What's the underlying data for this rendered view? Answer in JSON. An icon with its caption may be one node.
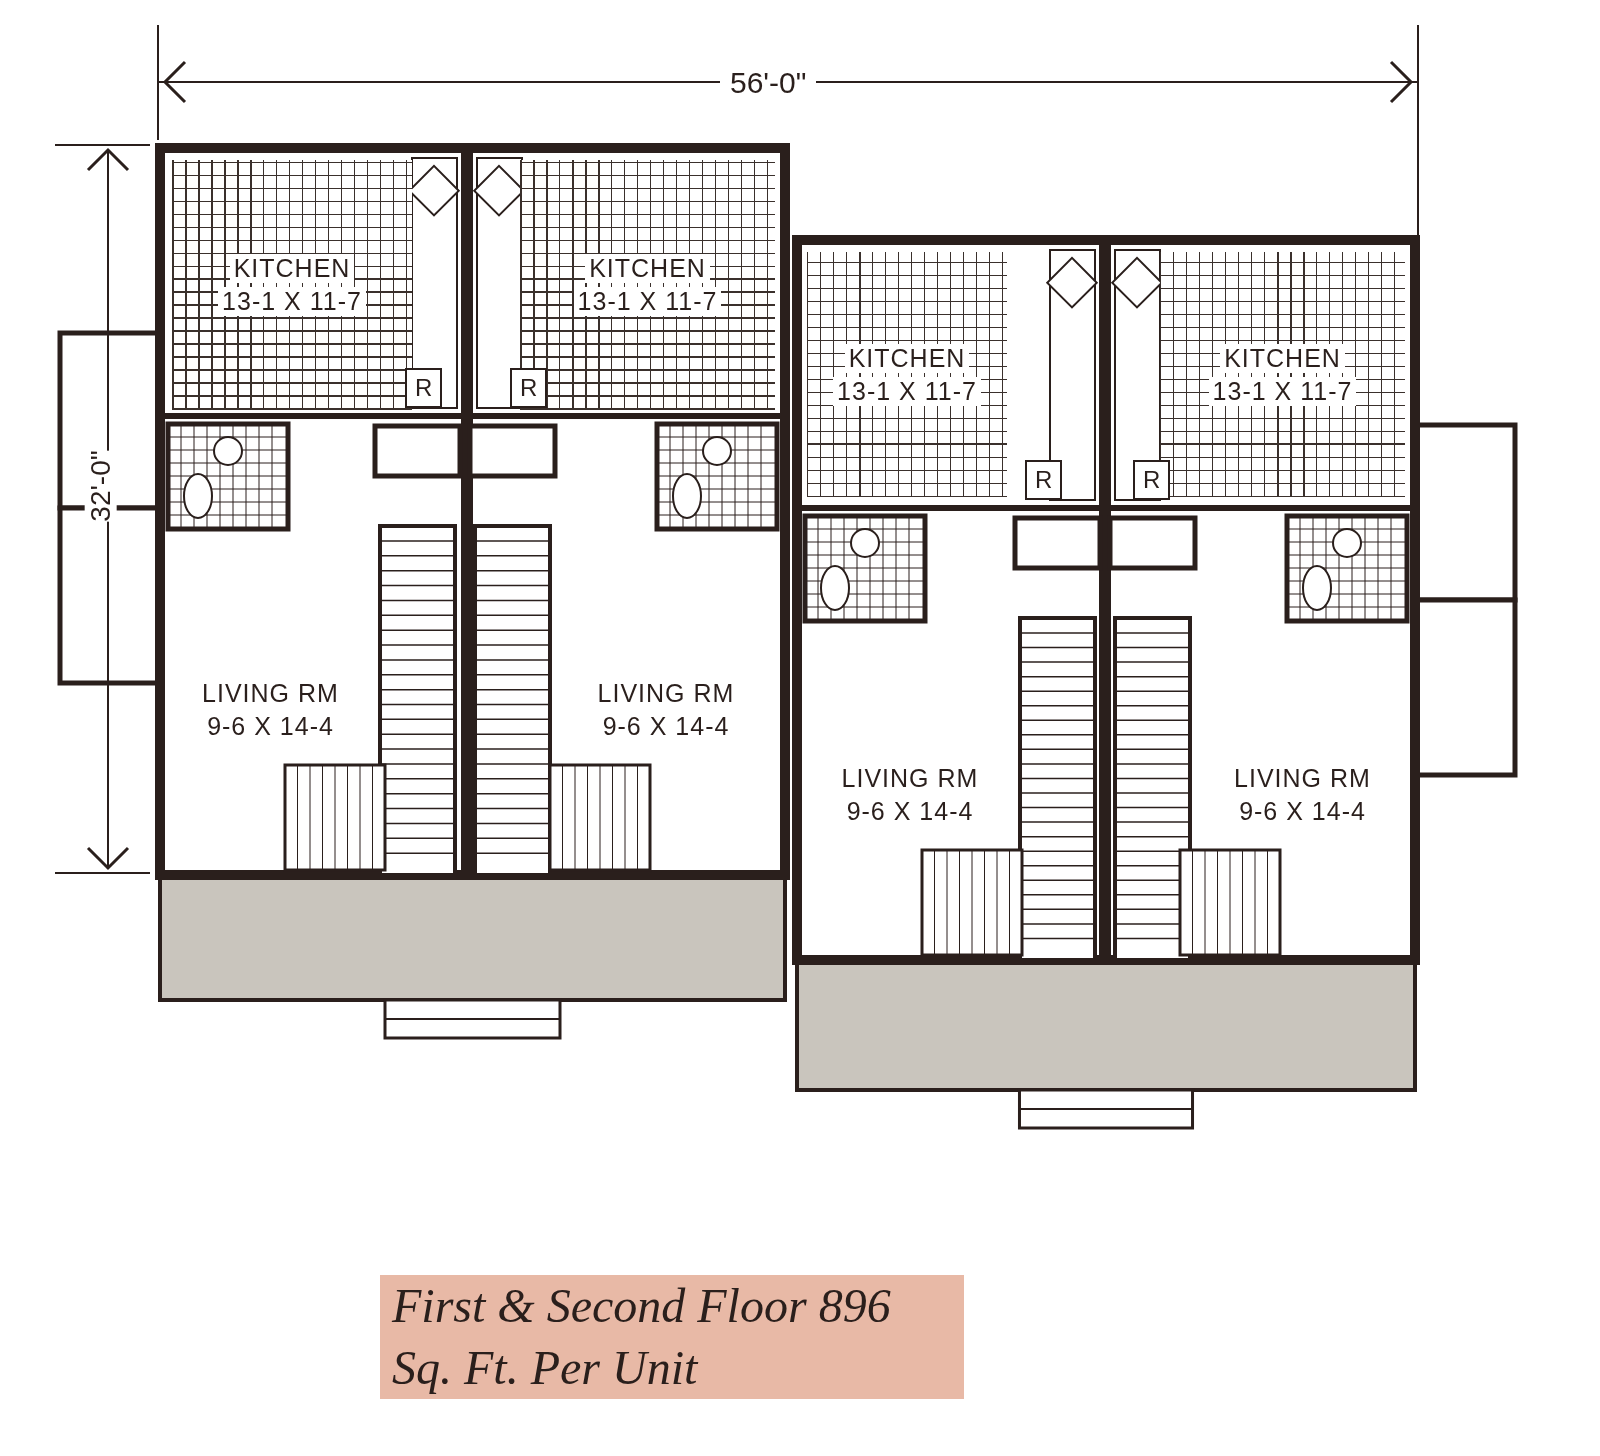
{
  "diagram": {
    "caption": "First & Second Floor 896 Sq. Ft. Per Unit",
    "nodes": [
      {
        "text": [
          "KITCHEN",
          "13-1 X 11-7"
        ]
      },
      {
        "text": [
          "KITCHEN",
          "13-1 X 11-7"
        ]
      },
      {
        "text": [
          "KITCHEN",
          "13-1 X 11-7"
        ]
      },
      {
        "text": [
          "KITCHEN",
          "13-1 X 11-7"
        ]
      },
      {
        "text": [
          "LIVING RM",
          "9-6 X 14-4"
        ]
      },
      {
        "text": [
          "LIVING RM",
          "9-6 X 14-4"
        ]
      },
      {
        "text": [
          "LIVING RM",
          "9-6 X 14-4"
        ]
      },
      {
        "text": [
          "LIVING RM",
          "9-6 X 14-4"
        ]
      }
    ],
    "edges": [],
    "labels": [
      "56'-0\"",
      "R",
      "R",
      "32'-0\"",
      "R",
      "R"
    ]
  }
}
